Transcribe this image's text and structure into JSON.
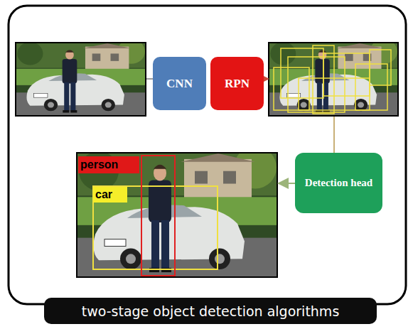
{
  "diagram": {
    "caption": "two-stage object detection algorithms",
    "nodes": [
      {
        "text": [
          "CNN"
        ]
      },
      {
        "text": [
          "RPN"
        ]
      },
      {
        "text": [
          "Detection head"
        ]
      },
      {
        "text": [
          "person"
        ]
      },
      {
        "text": [
          "car"
        ]
      }
    ]
  }
}
